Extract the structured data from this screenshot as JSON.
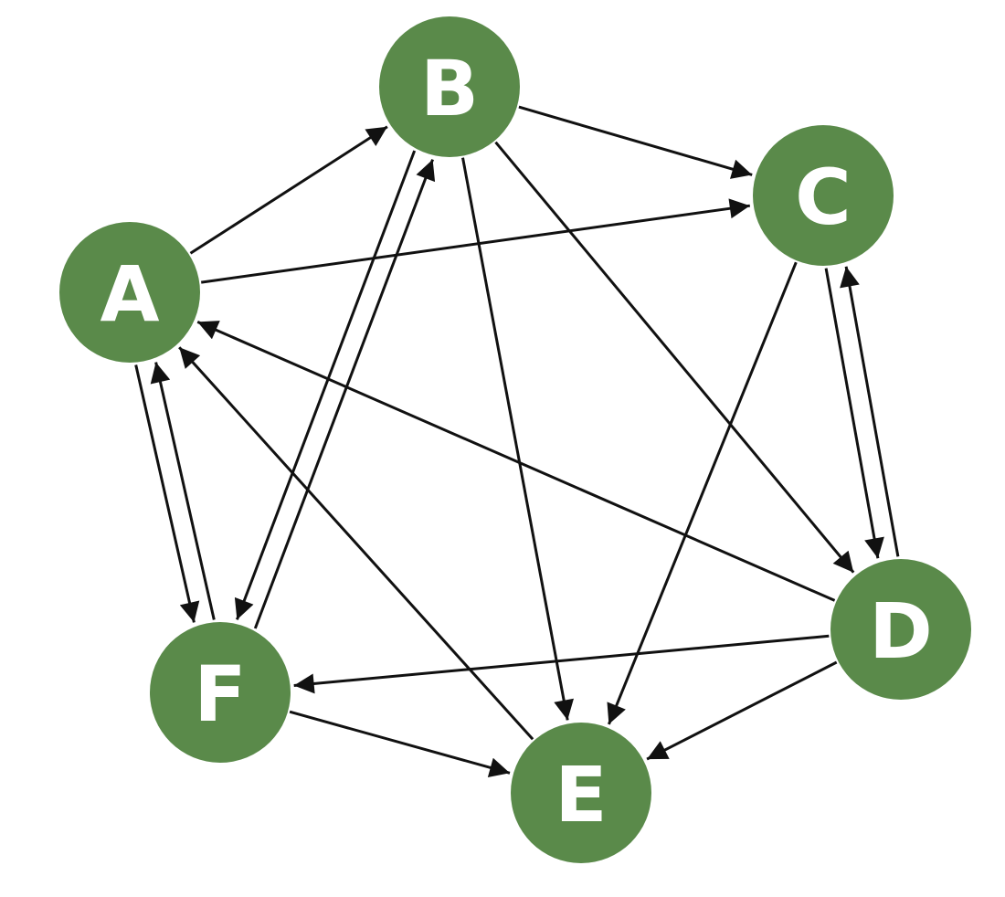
{
  "colors": {
    "node_fill": "#5a8a4a",
    "node_text": "#ffffff",
    "edge": "#111111",
    "background": "#ffffff"
  },
  "nodes": [
    {
      "id": "A",
      "label": "A"
    },
    {
      "id": "B",
      "label": "B"
    },
    {
      "id": "C",
      "label": "C"
    },
    {
      "id": "D",
      "label": "D"
    },
    {
      "id": "E",
      "label": "E"
    },
    {
      "id": "F",
      "label": "F"
    }
  ],
  "edges": [
    {
      "from": "A",
      "to": "B"
    },
    {
      "from": "A",
      "to": "C"
    },
    {
      "from": "A",
      "to": "F"
    },
    {
      "from": "B",
      "to": "C"
    },
    {
      "from": "B",
      "to": "D"
    },
    {
      "from": "B",
      "to": "E"
    },
    {
      "from": "B",
      "to": "F"
    },
    {
      "from": "C",
      "to": "D"
    },
    {
      "from": "C",
      "to": "E"
    },
    {
      "from": "D",
      "to": "C"
    },
    {
      "from": "D",
      "to": "A"
    },
    {
      "from": "D",
      "to": "E"
    },
    {
      "from": "D",
      "to": "F"
    },
    {
      "from": "E",
      "to": "A"
    },
    {
      "from": "F",
      "to": "A"
    },
    {
      "from": "F",
      "to": "B"
    },
    {
      "from": "F",
      "to": "E"
    }
  ]
}
